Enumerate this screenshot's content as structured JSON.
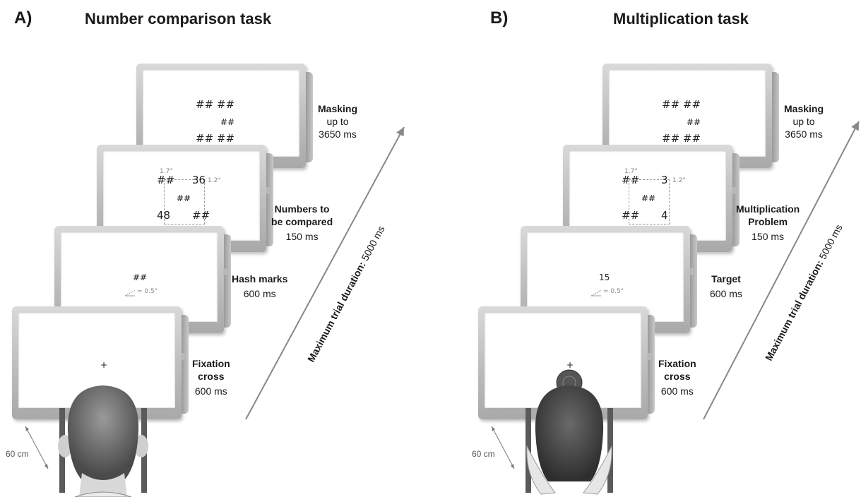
{
  "panels": [
    {
      "letter": "A)",
      "title": "Number comparison task",
      "mask": {
        "top": "##    ##",
        "center": "##",
        "bottom": "##    ##"
      },
      "numbers": {
        "tl": "##",
        "tr": "36",
        "bl": "48",
        "br": "##",
        "center": "##",
        "angle_h": "1.7°",
        "angle_v": "1.2°"
      },
      "cue": {
        "text": "##",
        "angle": "= 0.5°"
      },
      "fixation": "+",
      "labels": {
        "masking": {
          "bold": "Masking",
          "lines": [
            "up to",
            "3650 ms"
          ]
        },
        "stim": {
          "bold": [
            "Numbers to",
            "be compared"
          ],
          "lines": [
            "150 ms"
          ]
        },
        "cue": {
          "bold": "Hash marks",
          "lines": [
            "600 ms"
          ]
        },
        "fix": {
          "bold": [
            "Fixation",
            "cross"
          ],
          "lines": [
            "600 ms"
          ]
        }
      },
      "duration": {
        "bold": "Maximum trial duration:",
        "regular": " 5000 ms"
      },
      "distance": "60 cm"
    },
    {
      "letter": "B)",
      "title": "Multiplication task",
      "mask": {
        "top": "##    ##",
        "center": "##",
        "bottom": "##    ##"
      },
      "numbers": {
        "tl": "##",
        "tr": "3",
        "bl": "##",
        "br": "4",
        "center": "##",
        "angle_h": "1.7°",
        "angle_v": "1.2°"
      },
      "cue": {
        "text": "15",
        "angle": "= 0.5°"
      },
      "fixation": "+",
      "labels": {
        "masking": {
          "bold": "Masking",
          "lines": [
            "up to",
            "3650 ms"
          ]
        },
        "stim": {
          "bold": [
            "Multiplication",
            "Problem"
          ],
          "lines": [
            "150 ms"
          ]
        },
        "cue": {
          "bold": "Target",
          "lines": [
            "600 ms"
          ]
        },
        "fix": {
          "bold": [
            "Fixation",
            "cross"
          ],
          "lines": [
            "600 ms"
          ]
        }
      },
      "duration": {
        "bold": "Maximum trial duration:",
        "regular": " 5000 ms"
      },
      "distance": "60 cm"
    }
  ],
  "colors": {
    "monitor": "#c4c4c4",
    "arrow": "#888888",
    "text": "#1a1a1a"
  }
}
